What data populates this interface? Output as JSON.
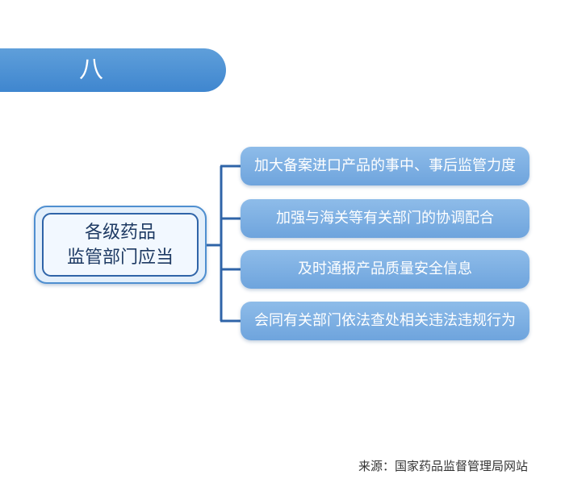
{
  "banner": {
    "label": "八"
  },
  "diagram": {
    "root": {
      "line1": "各级药品",
      "line2": "监管部门应当"
    },
    "branches": [
      "加大备案进口产品的事中、事后监管力度",
      "加强与海关等有关部门的协调配合",
      "及时通报产品质量安全信息",
      "会同有关部门依法查处相关违法违规行为"
    ]
  },
  "footer": {
    "source": "来源：国家药品监督管理局网站"
  },
  "colors": {
    "banner": "#4a8fd4",
    "branch": "#7fb0e4",
    "root_border": "#2f64a8",
    "root_fill": "#eaf3fd",
    "connector": "#2f64a8"
  }
}
